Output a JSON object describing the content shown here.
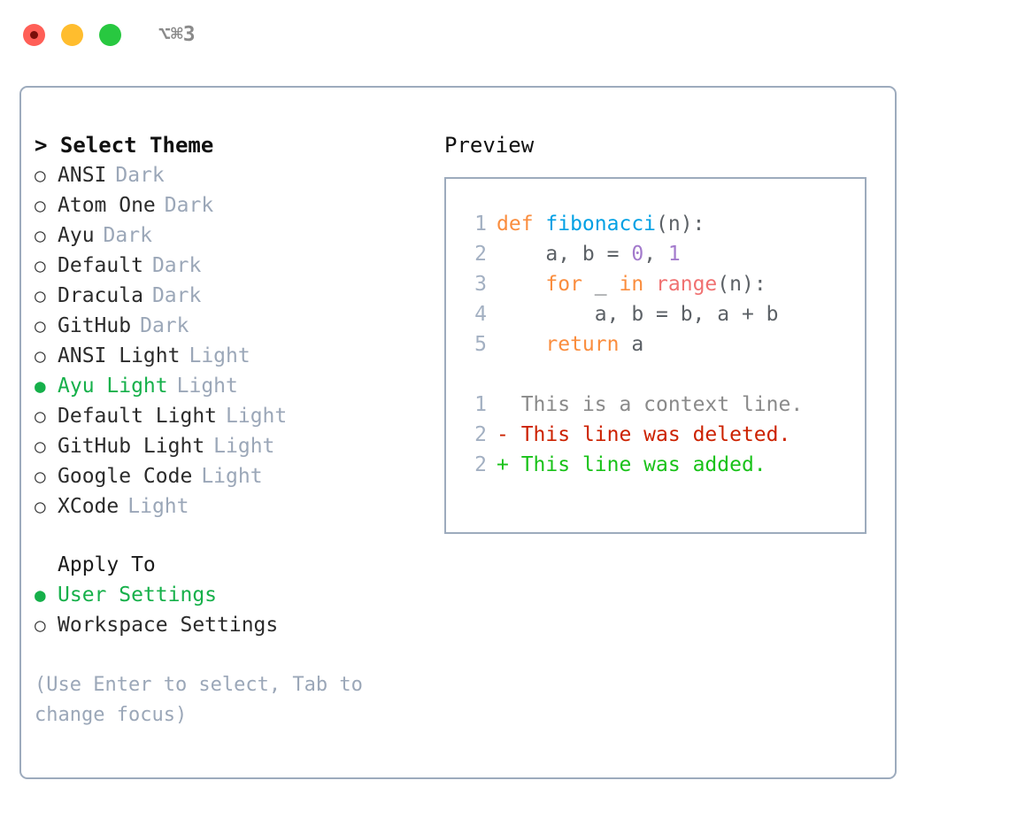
{
  "titlebar": {
    "shortcut": "⌥⌘3",
    "buttons": [
      {
        "name": "close",
        "color": "#ff5f57"
      },
      {
        "name": "minimize",
        "color": "#ffbd2e"
      },
      {
        "name": "maximize",
        "color": "#28c840"
      }
    ]
  },
  "theme_picker": {
    "heading": "> Select Theme",
    "options": [
      {
        "label": "ANSI",
        "tag": "Dark",
        "selected": false
      },
      {
        "label": "Atom One",
        "tag": "Dark",
        "selected": false
      },
      {
        "label": "Ayu",
        "tag": "Dark",
        "selected": false
      },
      {
        "label": "Default",
        "tag": "Dark",
        "selected": false
      },
      {
        "label": "Dracula",
        "tag": "Dark",
        "selected": false
      },
      {
        "label": "GitHub",
        "tag": "Dark",
        "selected": false
      },
      {
        "label": "ANSI Light",
        "tag": "Light",
        "selected": false
      },
      {
        "label": "Ayu Light",
        "tag": "Light",
        "selected": true
      },
      {
        "label": "Default Light",
        "tag": "Light",
        "selected": false
      },
      {
        "label": "GitHub Light",
        "tag": "Light",
        "selected": false
      },
      {
        "label": "Google Code",
        "tag": "Light",
        "selected": false
      },
      {
        "label": "XCode",
        "tag": "Light",
        "selected": false
      }
    ],
    "marker_selected": "●",
    "marker_unselected": "○"
  },
  "apply_to": {
    "heading": "Apply To",
    "options": [
      {
        "label": "User Settings",
        "selected": true
      },
      {
        "label": "Workspace Settings",
        "selected": false
      }
    ]
  },
  "hint": "(Use Enter to select, Tab to change focus)",
  "preview": {
    "heading": "Preview",
    "code_lines": [
      {
        "lno": "1",
        "tokens": [
          {
            "t": "def ",
            "c": "kw"
          },
          {
            "t": "fibonacci",
            "c": "fn"
          },
          {
            "t": "(n):",
            "c": "punc"
          }
        ]
      },
      {
        "lno": "2",
        "tokens": [
          {
            "t": "    a, b = ",
            "c": "punc"
          },
          {
            "t": "0",
            "c": "num"
          },
          {
            "t": ", ",
            "c": "punc"
          },
          {
            "t": "1",
            "c": "num"
          }
        ]
      },
      {
        "lno": "3",
        "tokens": [
          {
            "t": "    ",
            "c": "punc"
          },
          {
            "t": "for",
            "c": "kw"
          },
          {
            "t": " _ ",
            "c": "punc"
          },
          {
            "t": "in",
            "c": "kw"
          },
          {
            "t": " ",
            "c": "punc"
          },
          {
            "t": "range",
            "c": "call"
          },
          {
            "t": "(n):",
            "c": "punc"
          }
        ]
      },
      {
        "lno": "4",
        "tokens": [
          {
            "t": "        a, b = b, a + b",
            "c": "punc"
          }
        ]
      },
      {
        "lno": "5",
        "tokens": [
          {
            "t": "    ",
            "c": "punc"
          },
          {
            "t": "return",
            "c": "kw"
          },
          {
            "t": " a",
            "c": "punc"
          }
        ]
      }
    ],
    "diff_lines": [
      {
        "lno": "1",
        "marker": " ",
        "text": " This is a context line.",
        "kind": "context"
      },
      {
        "lno": "2",
        "marker": "-",
        "text": " This line was deleted.",
        "kind": "deleted"
      },
      {
        "lno": "2",
        "marker": "+",
        "text": " This line was added.",
        "kind": "added"
      }
    ]
  },
  "colors": {
    "accent_green": "#16b04a",
    "muted": "#9ba7b8",
    "border": "#9dabbd",
    "kw": "#fa8d3e",
    "fn": "#00a0e4",
    "num": "#a37acc",
    "call": "#f07171",
    "diff_add": "#19c219",
    "diff_del": "#cc2200"
  }
}
